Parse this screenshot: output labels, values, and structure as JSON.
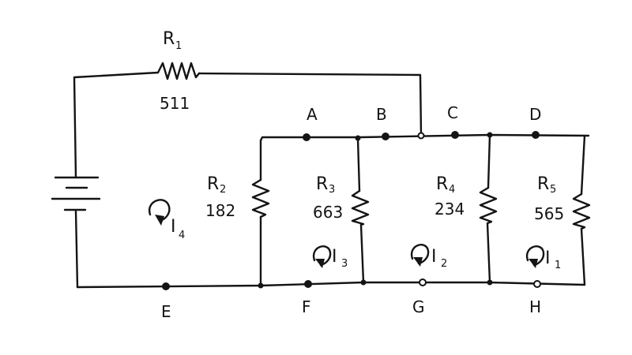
{
  "colors": {
    "ink": "#141414",
    "paper": "#ffffff"
  },
  "resistors": [
    {
      "id": "R1",
      "letter": "R",
      "sub": "1",
      "value": "511"
    },
    {
      "id": "R2",
      "letter": "R",
      "sub": "2",
      "value": "182"
    },
    {
      "id": "R3",
      "letter": "R",
      "sub": "3",
      "value": "663"
    },
    {
      "id": "R4",
      "letter": "R",
      "sub": "4",
      "value": "234"
    },
    {
      "id": "R5",
      "letter": "R",
      "sub": "5",
      "value": "565"
    }
  ],
  "nodes": {
    "top": [
      "A",
      "B",
      "C",
      "D"
    ],
    "bottom": [
      "E",
      "F",
      "G",
      "H"
    ]
  },
  "currents": [
    {
      "id": "I4",
      "letter": "I",
      "sub": "4"
    },
    {
      "id": "I3",
      "letter": "I",
      "sub": "3"
    },
    {
      "id": "I2",
      "letter": "I",
      "sub": "2"
    },
    {
      "id": "I1",
      "letter": "I",
      "sub": "1"
    }
  ],
  "battery": {
    "icon": "battery-icon"
  }
}
